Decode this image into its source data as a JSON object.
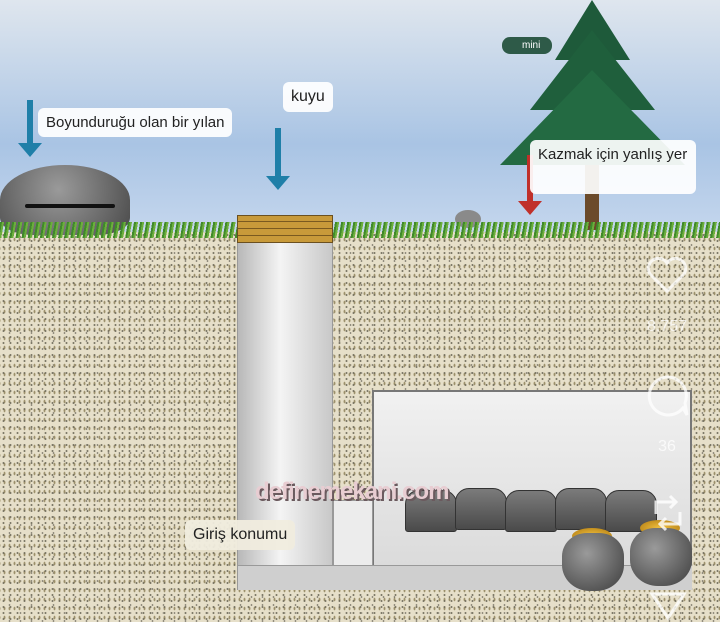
{
  "labels": {
    "snake": "Boyunduruğu olan bir yılan",
    "well": "kuyu",
    "wrong_place": "Kazmak için yanlış yer",
    "entrance": "Giriş konumu",
    "mini": "mini"
  },
  "watermark": "definemekani.com",
  "side_actions": {
    "likes": "8.757",
    "comments": "36"
  },
  "colors": {
    "arrow_blue": "#1f7fa8",
    "arrow_red": "#c0302a"
  }
}
